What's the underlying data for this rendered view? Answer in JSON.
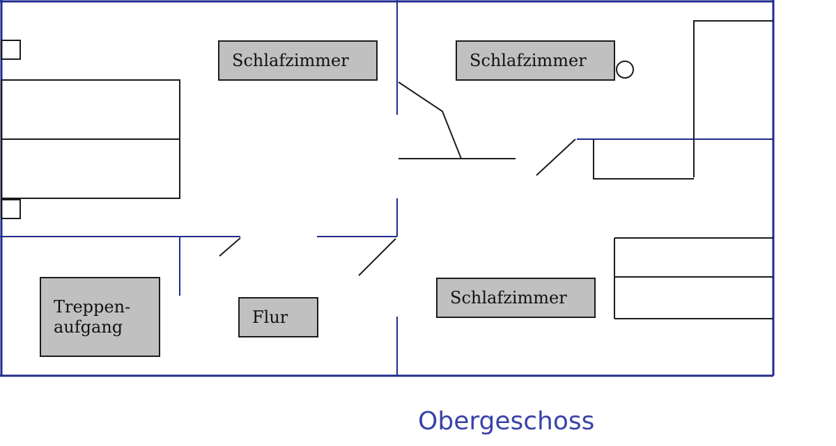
{
  "rooms": {
    "bedroom_top_left": "Schlafzimmer",
    "bedroom_top_right": "Schlafzimmer",
    "bedroom_bottom_right": "Schlafzimmer",
    "stairwell": "Treppen-\naufgang",
    "hallway": "Flur"
  },
  "caption": "Obergeschoss",
  "colors": {
    "outer_wall": "#1f2a8c",
    "inner_line": "#000000",
    "label_fill": "#c0c0c0",
    "caption": "#3a43a8"
  }
}
